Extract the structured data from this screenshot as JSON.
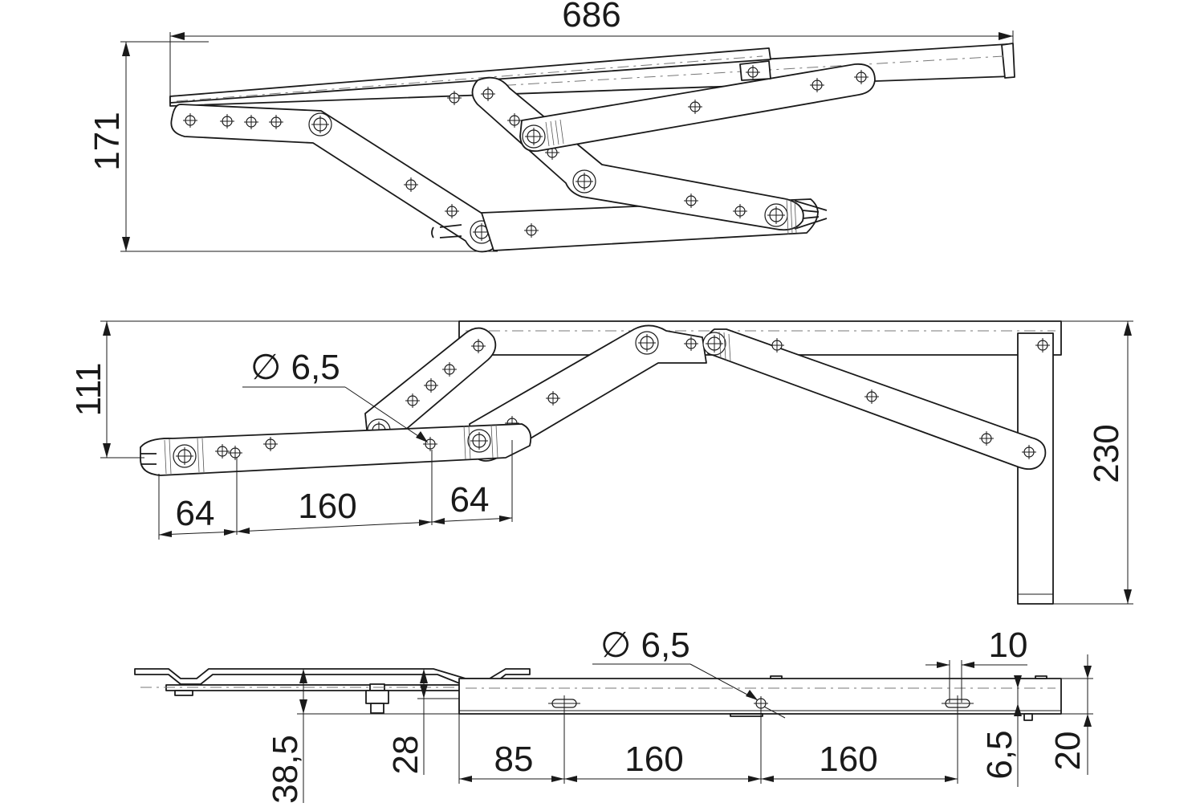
{
  "view_top": {
    "overall_width": "686",
    "overall_height": "171"
  },
  "view_front": {
    "height_folded": "111",
    "height_total": "230",
    "hole_diameter": "∅ 6,5",
    "spacing_left": "64",
    "spacing_middle": "160",
    "spacing_right": "64"
  },
  "view_side": {
    "hole_diameter": "∅ 6,5",
    "slot_width": "10",
    "offset_first_hole": "85",
    "spacing_a": "160",
    "spacing_b": "160",
    "bracket_height": "38,5",
    "plate_height": "28",
    "slot_offset": "6,5",
    "bar_height": "20"
  }
}
